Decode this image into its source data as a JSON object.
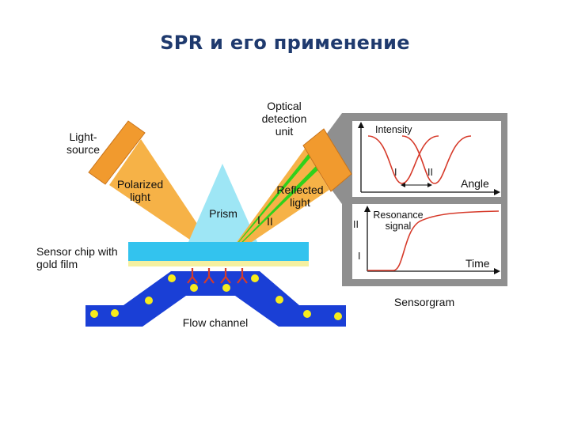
{
  "title": "SPR и его применение",
  "labels": {
    "light_source": "Light-\nsource",
    "polarized_light": "Polarized\nlight",
    "prism": "Prism",
    "optical_detection": "Optical\ndetection\nunit",
    "reflected_light": "Reflected\nlight",
    "beam_I": "I",
    "beam_II": "II",
    "sensor_chip": "Sensor chip with\ngold film",
    "flow_channel": "Flow channel",
    "sensorgram": "Sensorgram"
  },
  "dip_plot": {
    "y_label": "Intensity",
    "x_label": "Angle",
    "dip_I": "I",
    "dip_II": "II"
  },
  "signal_plot": {
    "y_label": "Resonance\nsignal",
    "x_label": "Time",
    "level_II": "II",
    "level_I": "I"
  },
  "colors": {
    "orange": "#f4a433",
    "prism": "#9ee6f5",
    "sensor": "#33c3ee",
    "gold": "#f5f0a0",
    "channel": "#1a3fd6",
    "particle": "#f7ec1c",
    "antibody": "#d43c2a",
    "beam_green": "#2fd11b",
    "panel_gray": "#8f8f8f",
    "curve_red": "#d63a2a"
  }
}
